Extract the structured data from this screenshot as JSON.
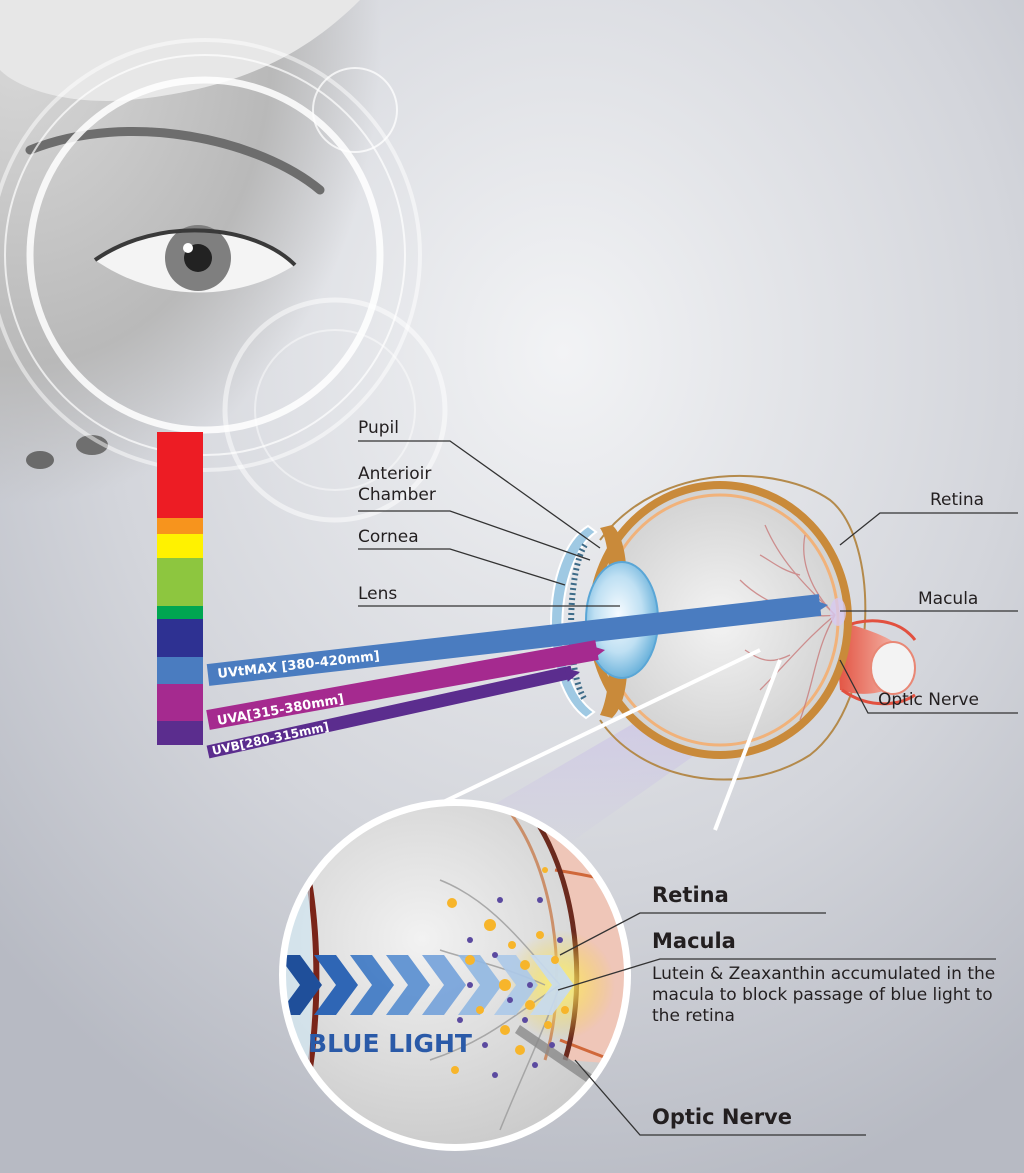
{
  "spectrum": {
    "bands": [
      "#ed1c24",
      "#f7941d",
      "#fff200",
      "#8dc63f",
      "#00a651",
      "#2e3192",
      "#4a7cc0",
      "#a52a8f",
      "#5b2d8e"
    ]
  },
  "beams": [
    {
      "label": "UVtMAX [380-420mm]",
      "color": "#4a7cc0"
    },
    {
      "label": "UVA[315-380mm]",
      "color": "#a52a8f"
    },
    {
      "label": "UVB[280-315mm]",
      "color": "#5b2d8e"
    }
  ],
  "eye_labels": {
    "pupil": "Pupil",
    "anterior_chamber": "Anterioir Chamber",
    "cornea": "Cornea",
    "lens": "Lens",
    "retina": "Retina",
    "macula": "Macula",
    "optic_nerve": "Optic Nerve"
  },
  "zoom": {
    "blue_light": "BLUE LIGHT",
    "retina": "Retina",
    "macula": "Macula",
    "macula_desc": "Lutein & Zeaxanthin accumulated in the macula to block passage of blue light to the retina",
    "optic_nerve": "Optic Nerve"
  },
  "colors": {
    "sclera": "#c98a3a",
    "blue_light": "#2a5aa8",
    "pigment": "#f7b52b"
  }
}
